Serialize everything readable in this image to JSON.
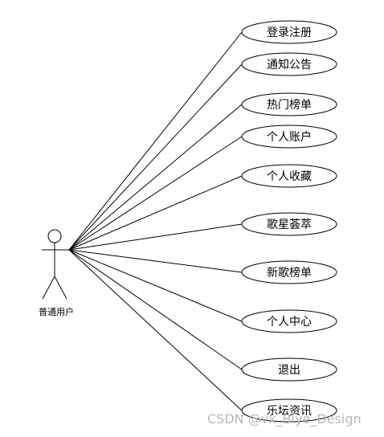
{
  "actor": {
    "name": "普通用户"
  },
  "use_cases": [
    {
      "label": "登录注册"
    },
    {
      "label": "通知公告"
    },
    {
      "label": "热门榜单"
    },
    {
      "label": "个人账户"
    },
    {
      "label": "个人收藏"
    },
    {
      "label": "歌星荟萃"
    },
    {
      "label": "新歌榜单"
    },
    {
      "label": "个人中心"
    },
    {
      "label": "退出"
    },
    {
      "label": "乐坛资讯"
    }
  ],
  "watermark": "CSDN @vx_Biye_Design"
}
